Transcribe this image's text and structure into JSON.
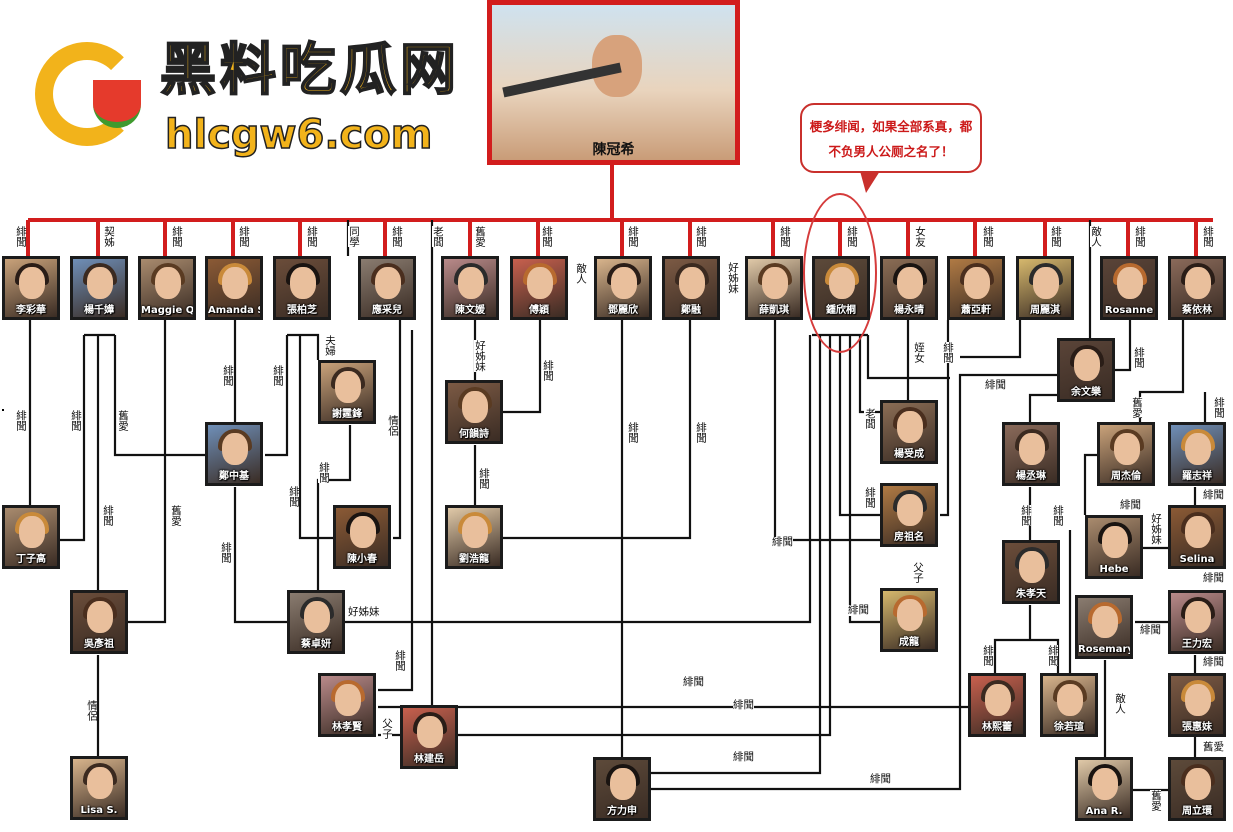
{
  "logo": {
    "title": "黑料吃瓜网",
    "url": "hlcgw6.com"
  },
  "center": {
    "name": "陳冠希"
  },
  "speech_bubble": {
    "text": "梗多绯闻，如果全部系真，都不负男人公厕之名了！"
  },
  "colors": {
    "accent_line": "#d21d1d",
    "line": "#111111",
    "bubble_text": "#cc1a1a",
    "logo": "#f2b31b"
  },
  "people": [
    "李彩華",
    "楊千嬅",
    "Maggie Q",
    "Amanda S.",
    "張柏芝",
    "應采兒",
    "陳文媛",
    "傅穎",
    "鄧麗欣",
    "鄭融",
    "薛凱琪",
    "鍾欣桐",
    "楊永晴",
    "蕭亞軒",
    "周麗淇",
    "Rosanne",
    "蔡依林",
    "謝霆鋒",
    "鄭中基",
    "丁子高",
    "陳小春",
    "吳彥祖",
    "蔡卓妍",
    "林孝賢",
    "林建岳",
    "Lisa S.",
    "何韻詩",
    "劉浩龍",
    "方力申",
    "楊受成",
    "房祖名",
    "成龍",
    "余文樂",
    "楊丞琳",
    "周杰倫",
    "羅志祥",
    "Hebe",
    "Selina",
    "朱孝天",
    "Rosemary",
    "王力宏",
    "林熙蕾",
    "徐若瑄",
    "張惠妹",
    "Ana R.",
    "周立環"
  ],
  "relations": [
    "緋聞",
    "契姊",
    "緋聞",
    "緋聞",
    "緋聞",
    "同學",
    "緋聞",
    "老闆",
    "舊愛",
    "緋聞",
    "緋聞",
    "緋聞",
    "緋聞",
    "緋聞",
    "女友",
    "緋聞",
    "緋聞",
    "敵人",
    "緋聞",
    "緋聞",
    "敵人",
    "好姊妹",
    "夫婦",
    "緋聞",
    "緋聞",
    "緋聞",
    "緋聞",
    "舊愛",
    "情侶",
    "好姊妹",
    "緋聞",
    "緋聞",
    "緋聞",
    "緋聞",
    "緋聞",
    "舊愛",
    "緋聞",
    "好姊妹",
    "緋聞",
    "父子",
    "情侶",
    "緋聞",
    "緋聞",
    "緋聞",
    "緋聞",
    "緋聞",
    "緋聞",
    "緋聞",
    "緋聞",
    "姪女",
    "緋聞",
    "緋聞",
    "老闆",
    "緋聞",
    "父子",
    "緋聞",
    "舊愛",
    "緋聞",
    "緋聞",
    "緋聞",
    "緋聞",
    "好姊妹",
    "緋聞",
    "緋聞",
    "緋聞",
    "緋聞",
    "緋聞",
    "緋聞",
    "敵人",
    "舊愛",
    "舊愛"
  ]
}
